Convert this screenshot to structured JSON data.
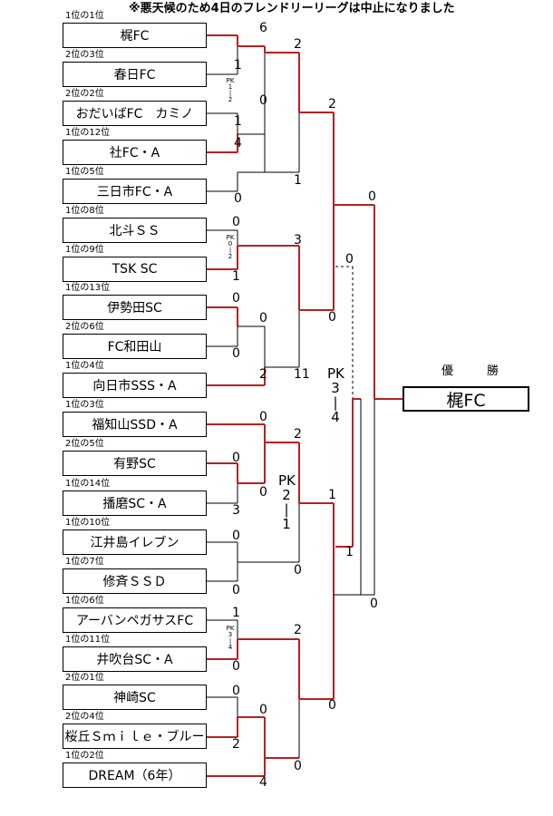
{
  "notice": "※悪天候のため4日のフレンドリーリーグは中止になりました",
  "colors": {
    "win": "#b22222",
    "lose": "#000000"
  },
  "teams": [
    {
      "seed": "1位の1位",
      "name": "梶FC"
    },
    {
      "seed": "2位の3位",
      "name": "春日FC"
    },
    {
      "seed": "2位の2位",
      "name": "おだいばFC　カミノ"
    },
    {
      "seed": "1位の12位",
      "name": "社FC・A"
    },
    {
      "seed": "1位の5位",
      "name": "三日市FC・A"
    },
    {
      "seed": "1位の8位",
      "name": "北斗ＳＳ"
    },
    {
      "seed": "1位の9位",
      "name": "TSK SC"
    },
    {
      "seed": "1位の13位",
      "name": "伊勢田SC"
    },
    {
      "seed": "2位の6位",
      "name": "FC和田山"
    },
    {
      "seed": "1位の4位",
      "name": "向日市SSS・A"
    },
    {
      "seed": "1位の3位",
      "name": "福知山SSD・A"
    },
    {
      "seed": "2位の5位",
      "name": "有野SC"
    },
    {
      "seed": "1位の14位",
      "name": "播磨SC・A"
    },
    {
      "seed": "1位の10位",
      "name": "江井島イレブン"
    },
    {
      "seed": "1位の7位",
      "name": "修斉ＳＳＤ"
    },
    {
      "seed": "1位の6位",
      "name": "アーバンペガサスFC"
    },
    {
      "seed": "1位の11位",
      "name": "井吹台SC・A"
    },
    {
      "seed": "2位の1位",
      "name": "神崎SC"
    },
    {
      "seed": "2位の4位",
      "name": "桜丘Ｓｍｉｌｅ・ブルー"
    },
    {
      "seed": "1位の2位",
      "name": "DREAM（6年）"
    }
  ],
  "scores": [
    "6",
    "1",
    "0",
    "1",
    "4",
    "0",
    "2",
    "1",
    "2",
    "0",
    "0",
    "0",
    "3",
    "1",
    "0",
    "0",
    "0",
    "2",
    "11",
    "0",
    "1",
    "0",
    "0",
    "2",
    "0",
    "0",
    "3",
    "0",
    "0",
    "0",
    "1",
    "0",
    "1",
    "2",
    "0",
    "0",
    "0",
    "2",
    "4",
    "0",
    "1",
    "0",
    "3",
    "0",
    "0"
  ],
  "pk": {
    "kasuga_odaiba": [
      "PK",
      "1",
      "|",
      "2"
    ],
    "hokuto_tsk": [
      "PK",
      "0",
      "|",
      "2"
    ],
    "urban_ibuki": [
      "PK",
      "3",
      "|",
      "4"
    ],
    "semi_top": [
      "PK",
      "3",
      "|",
      "4"
    ],
    "semi_bottom": [
      "PK",
      "2",
      "|",
      "1"
    ]
  },
  "champion": {
    "label": "優　勝",
    "name": "梶FC"
  }
}
